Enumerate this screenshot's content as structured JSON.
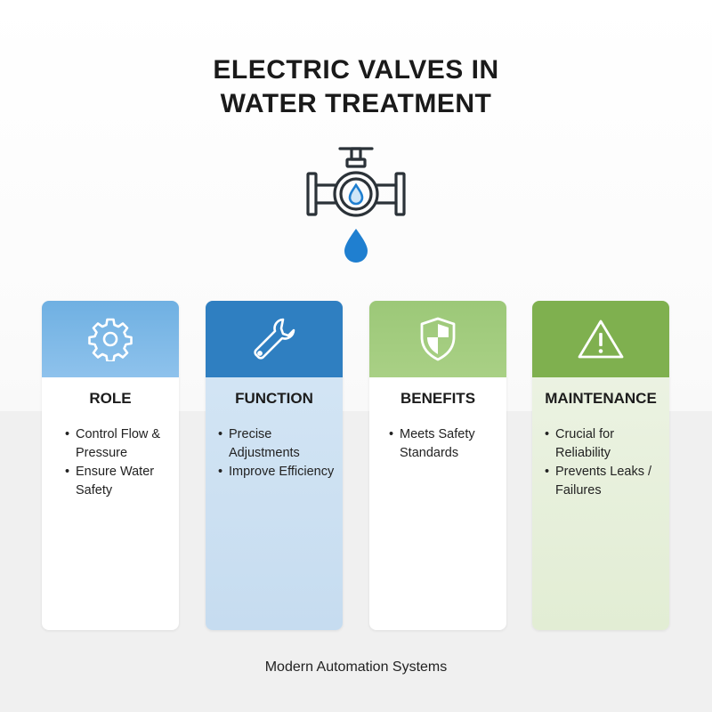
{
  "title": {
    "line1": "ELECTRIC VALVES IN",
    "line2": "WATER TREATMENT"
  },
  "hero": {
    "icon": "valve-with-water-drop-icon",
    "pipe_color": "#2b3238",
    "drop_color": "#1f7fd0"
  },
  "cards": [
    {
      "label": "ROLE",
      "icon": "gear-icon",
      "header_color": "#7ab6e6",
      "items": [
        "Control Flow & Pressure",
        "Ensure Water Safety"
      ]
    },
    {
      "label": "FUNCTION",
      "icon": "wrench-icon",
      "header_color": "#2f7fc1",
      "items": [
        "Precise Adjustments",
        "Improve Efficiency"
      ]
    },
    {
      "label": "BENEFITS",
      "icon": "shield-icon",
      "header_color": "#a3cd7f",
      "items": [
        "Meets Safety Standards"
      ]
    },
    {
      "label": "MAINTENANCE",
      "icon": "warning-icon",
      "header_color": "#7fb04f",
      "items": [
        "Crucial for Reliability",
        "Prevents Leaks / Failures"
      ]
    }
  ],
  "footer": "Modern Automation Systems"
}
